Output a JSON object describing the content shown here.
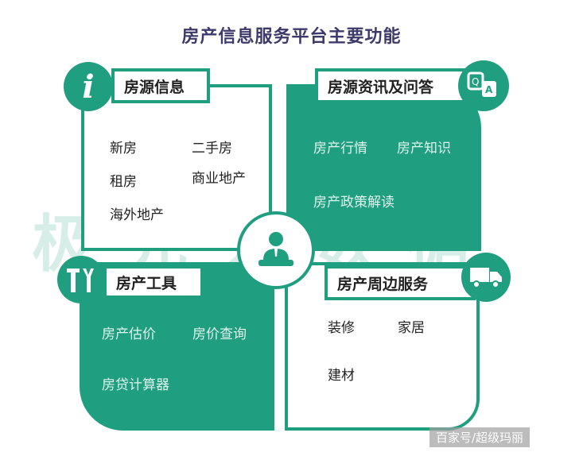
{
  "title": "房产信息服务平台主要功能",
  "colors": {
    "accent": "#1f9e80",
    "title": "#3d3a6b"
  },
  "watermark": {
    "logo_text": "极光大数据",
    "source": "百家号/超级玛丽"
  },
  "quadrants": [
    {
      "label": "房源信息",
      "icon": "info-icon",
      "items": [
        "新房",
        "二手房",
        "租房",
        "商业地产",
        "海外地产"
      ]
    },
    {
      "label": "房源资讯及问答",
      "icon": "qa-chat-icon",
      "items": [
        "房产行情",
        "房产知识",
        "房产政策解读"
      ]
    },
    {
      "label": "房产工具",
      "icon": "tools-icon",
      "items": [
        "房产估价",
        "房价查询",
        "房贷计算器"
      ]
    },
    {
      "label": "房产周边服务",
      "icon": "truck-icon",
      "items": [
        "装修",
        "家居",
        "建材"
      ]
    }
  ],
  "center_icon": "person-at-desk-icon"
}
